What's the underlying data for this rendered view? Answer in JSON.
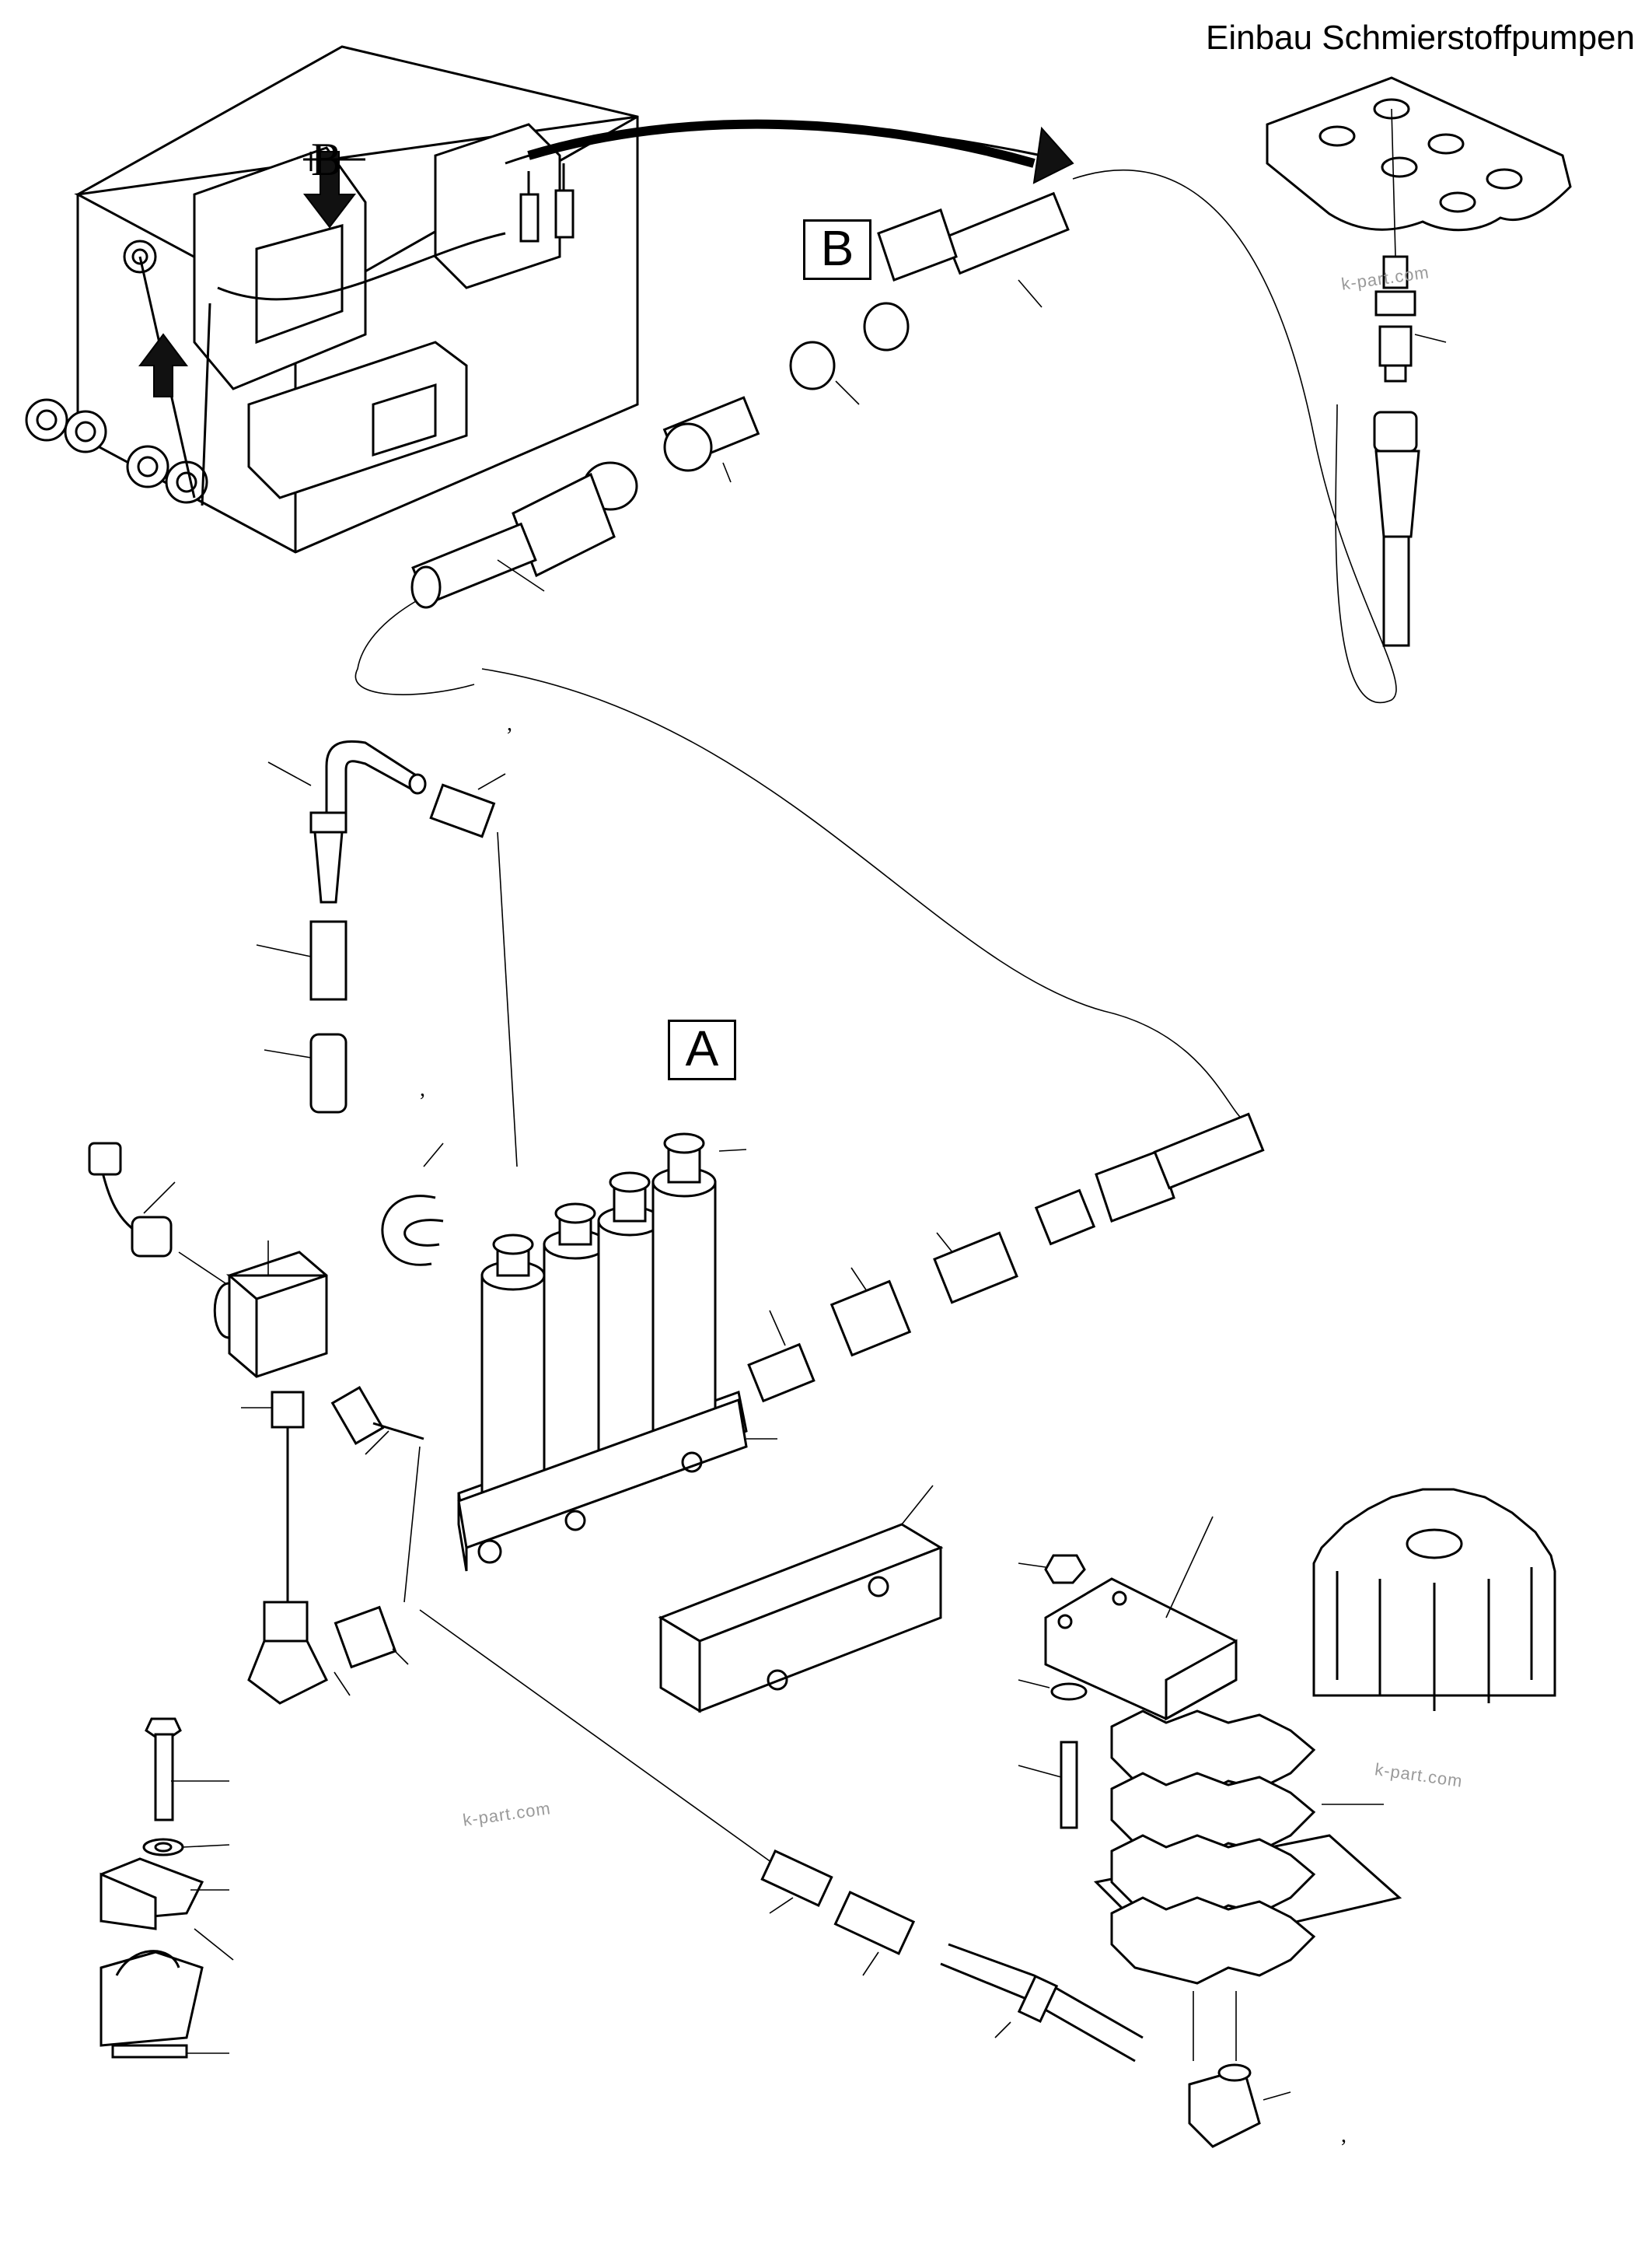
{
  "title": "Einbau Schmierstoffpumpen",
  "callouts": {
    "b": "B",
    "a": "A",
    "machine_b": "B"
  },
  "watermarks": [
    "k-part.com",
    "k-part.com",
    "k-part.com"
  ],
  "tick_marks": [
    ",",
    ",",
    ","
  ],
  "colors": {
    "ink": "#000000",
    "watermark": "#9a9a9a",
    "background": "#ffffff"
  },
  "views": [
    "machine-overview",
    "detail-b-hose-fittings",
    "pump-plate-installation",
    "detail-a-pump-block",
    "clamp-assembly",
    "gear-assembly"
  ]
}
